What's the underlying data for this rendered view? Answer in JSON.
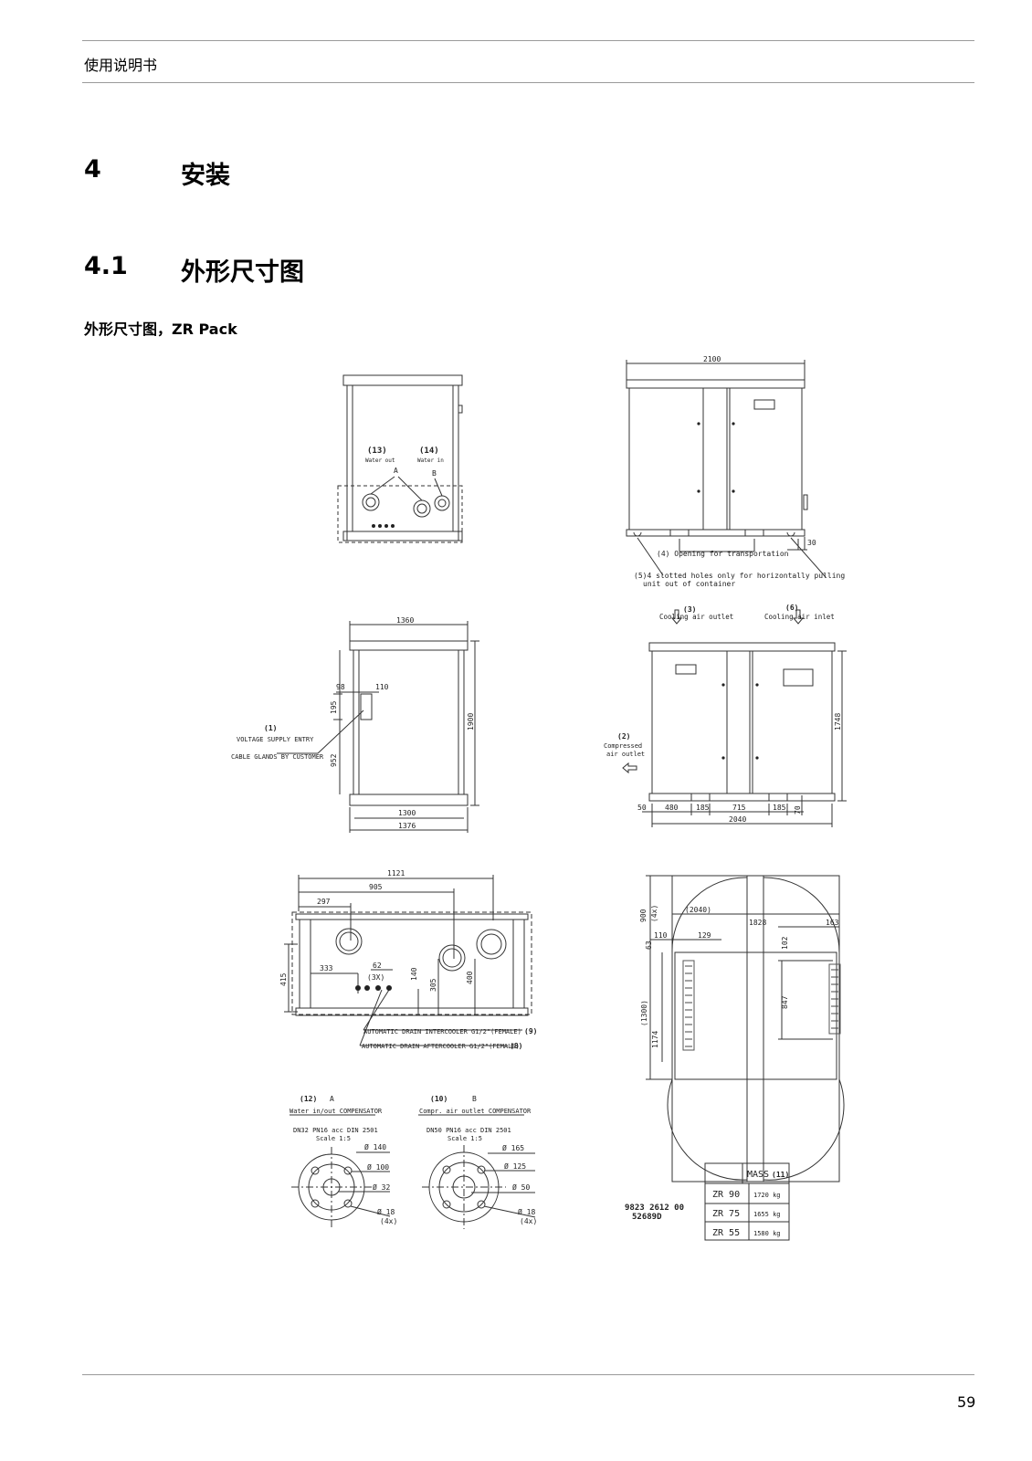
{
  "header": {
    "manual_title": "使用说明书"
  },
  "chapter": {
    "number": "4",
    "title": "安装"
  },
  "section": {
    "number": "4.1",
    "title": "外形尺寸图"
  },
  "figure_caption": "外形尺寸图，ZR Pack",
  "drawing": {
    "front_view": {
      "label_13": "(13)",
      "water_out": "Water out",
      "label_14": "(14)",
      "water_in": "Water in",
      "mark_a": "A",
      "mark_b": "B"
    },
    "side_view_top": {
      "width_2100": "2100",
      "label_4": "(4) Opening for transportation",
      "label_5_a": "(5)4 slotted holes only for horizontally pulling",
      "label_5_b": "unit out of container",
      "dim_30": "30"
    },
    "left_view": {
      "dim_1360": "1360",
      "dim_98": "98",
      "dim_110": "110",
      "dim_195": "195",
      "dim_952": "952",
      "dim_1900": "1900",
      "dim_1300": "1300",
      "dim_1376": "1376",
      "label_1": "(1)",
      "voltage": "VOLTAGE SUPPLY ENTRY",
      "glands": "CABLE GLANDS BY CUSTOMER"
    },
    "right_view": {
      "label_3": "(3)",
      "cooling_out": "Cooling air outlet",
      "label_6": "(6)",
      "cooling_in": "Cooling air inlet",
      "label_2": "(2)",
      "compressed": "Compressed",
      "air_outlet": "air outlet",
      "dim_1748": "1748",
      "dim_50": "50",
      "dim_480": "480",
      "dim_185a": "185",
      "dim_715": "715",
      "dim_185b": "185",
      "dim_70": "70",
      "dim_2040": "2040"
    },
    "plan_view": {
      "dim_1121": "1121",
      "dim_905": "905",
      "dim_297": "297",
      "dim_333": "333",
      "dim_62": "62",
      "dim_3x": "(3X)",
      "dim_140": "140",
      "dim_305": "305",
      "dim_400": "400",
      "dim_415": "415",
      "drain_9": "AUTOMATIC DRAIN INTERCOOLER G1/2\"(FEMALE)",
      "tag_9": "(9)",
      "drain_8": "AUTOMATIC DRAIN AFTERCOOLER G1/2\"(FEMALE)",
      "tag_8": "(8)"
    },
    "door_view": {
      "dim_900": "900",
      "dim_4x": "(4x)",
      "dim_2040p": "(2040)",
      "dim_1828": "1828",
      "dim_163": "163",
      "dim_110": "110",
      "dim_129": "129",
      "dim_63": "63",
      "dim_102": "102",
      "dim_1300p": "(1300)",
      "dim_1174": "1174",
      "dim_847": "847"
    },
    "flange_a": {
      "tag": "(12)",
      "mark": "A",
      "title": "Water in/out COMPENSATOR",
      "spec": "DN32 PN16 acc DIN 2501",
      "scale": "Scale 1:5",
      "d140": "Ø 140",
      "d100": "Ø 100",
      "d32": "Ø 32",
      "d18": "Ø 18",
      "n4x": "(4x)"
    },
    "flange_b": {
      "tag": "(10)",
      "mark": "B",
      "title": "Compr. air outlet COMPENSATOR",
      "spec": "DN50 PN16 acc DIN 2501",
      "scale": "Scale 1:5",
      "d165": "Ø 165",
      "d125": "Ø 125",
      "d50": "Ø 50",
      "d18": "Ø 18",
      "n4x": "(4x)"
    },
    "doc_numbers": {
      "line1": "9823 2612 00",
      "line2": "52689D"
    },
    "mass_table": {
      "header": "MASS",
      "tag": "(11)",
      "rows": [
        {
          "model": "ZR 90",
          "mass": "1720 kg"
        },
        {
          "model": "ZR 75",
          "mass": "1655 kg"
        },
        {
          "model": "ZR 55",
          "mass": "1580 kg"
        }
      ]
    }
  },
  "footer": {
    "page_number": "59"
  }
}
